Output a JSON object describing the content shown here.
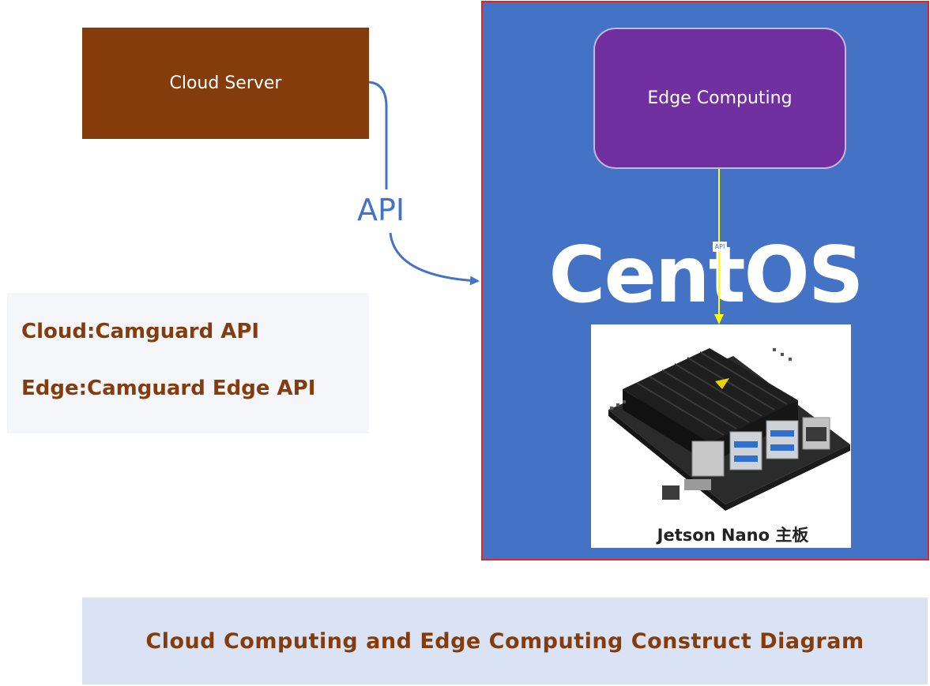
{
  "cloud_server": {
    "label": "Cloud Server",
    "color": "#843C0C"
  },
  "connector": {
    "label": "API",
    "color": "#4472C4"
  },
  "legend": {
    "lines": [
      "Cloud:Camguard API",
      "Edge:Camguard Edge API"
    ],
    "color": "#843C0C"
  },
  "edge_panel": {
    "background": "#4472C4",
    "border_color": "#E0242B",
    "edge_computing_label": "Edge Computing",
    "edge_computing_color": "#7030A0",
    "os_label": "CentOS",
    "internal_api_label": "API",
    "internal_arrow_color": "#FFFF00",
    "board_caption": "Jetson Nano 主板"
  },
  "caption": {
    "text": "Cloud Computing and Edge Computing Construct Diagram",
    "background": "#DAE3F3"
  }
}
